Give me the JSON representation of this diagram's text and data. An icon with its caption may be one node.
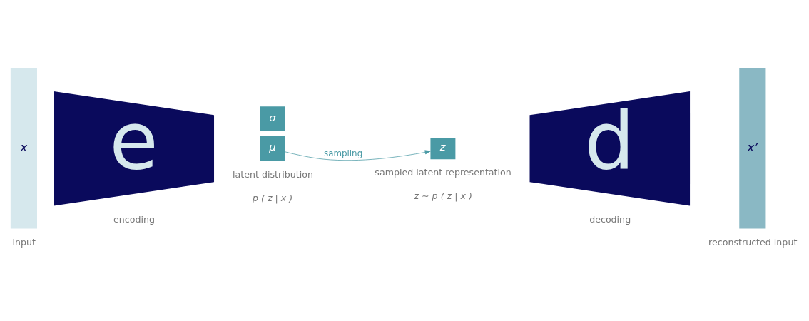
{
  "diagram": {
    "nodes": [
      {
        "text": [
          "x"
        ],
        "beside": [
          "input"
        ]
      },
      {
        "text": [
          "e"
        ],
        "beside": [
          "encoding"
        ]
      },
      {
        "text": [
          "μ"
        ]
      },
      {
        "text": [
          "σ"
        ]
      },
      {
        "text": [
          "z"
        ]
      },
      {
        "text": [
          "d"
        ],
        "beside": [
          "decoding"
        ]
      },
      {
        "text": [
          "x’"
        ],
        "beside": [
          "reconstructed input"
        ]
      }
    ],
    "edges": [
      {
        "from": 2,
        "to": 4,
        "arrow": "to",
        "label": "sampling"
      }
    ],
    "labels": [
      "latent distribution",
      "sampled latent representation",
      "p ( z | x )",
      "z ~ p ( z | x )"
    ]
  }
}
